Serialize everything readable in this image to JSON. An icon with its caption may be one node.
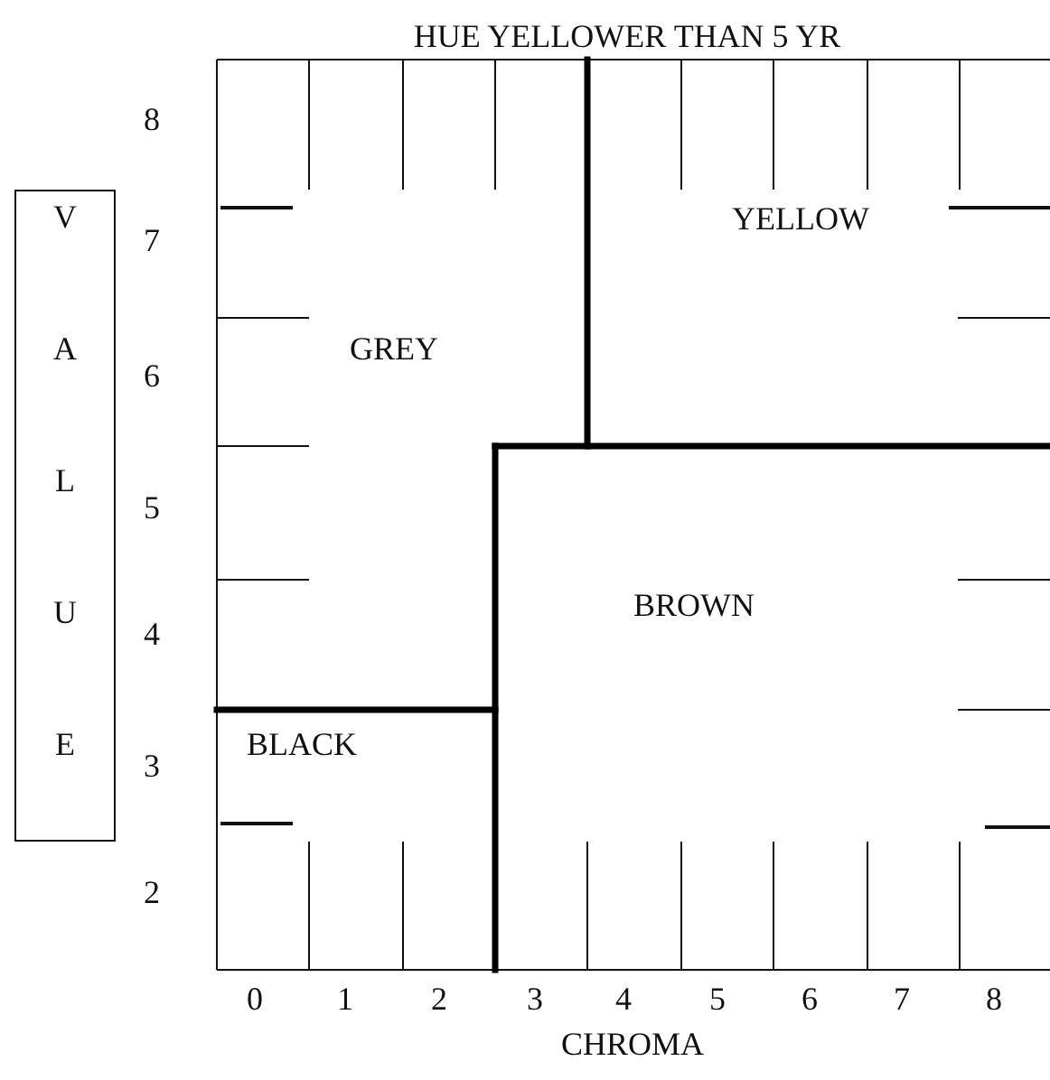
{
  "diagram": {
    "title": "HUE YELLOWER THAN 5 YR",
    "nodes": [
      {
        "text": [
          "VALUE"
        ]
      }
    ],
    "labels": [
      "8",
      "YELLOW",
      "7",
      "GREY",
      "6",
      "5",
      "BROWN",
      "4",
      "BLACK",
      "3",
      "2",
      "0",
      "1",
      "2",
      "3",
      "4",
      "5",
      "6",
      "7",
      "8",
      "CHROMA"
    ]
  }
}
